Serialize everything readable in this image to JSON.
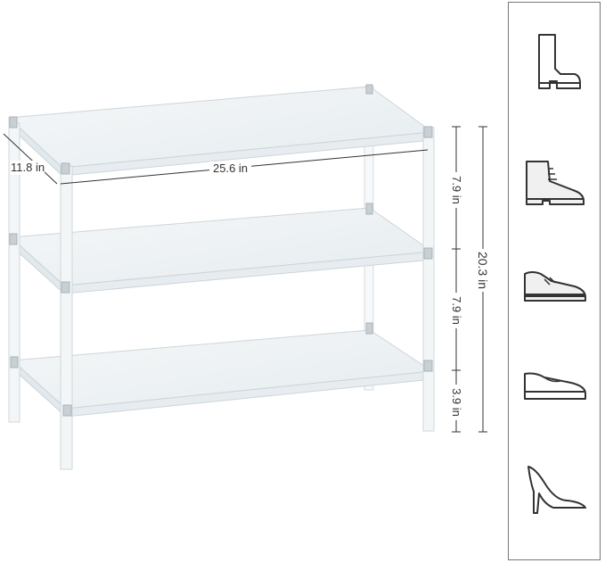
{
  "dimensions": {
    "depth": "11.8 in",
    "width": "25.6 in",
    "total_height": "20.3 in",
    "tier_1_height": "7.9 in",
    "tier_2_height": "7.9 in",
    "bottom_clearance": "3.9 in"
  },
  "footwear_icons": [
    "tall-boot-icon",
    "ankle-boot-icon",
    "sneaker-icon",
    "dress-shoe-icon",
    "high-heel-icon"
  ],
  "colors": {
    "line": "#333333",
    "acrylic": "#eef2f4",
    "acrylic_edge": "#c9d2d7"
  }
}
